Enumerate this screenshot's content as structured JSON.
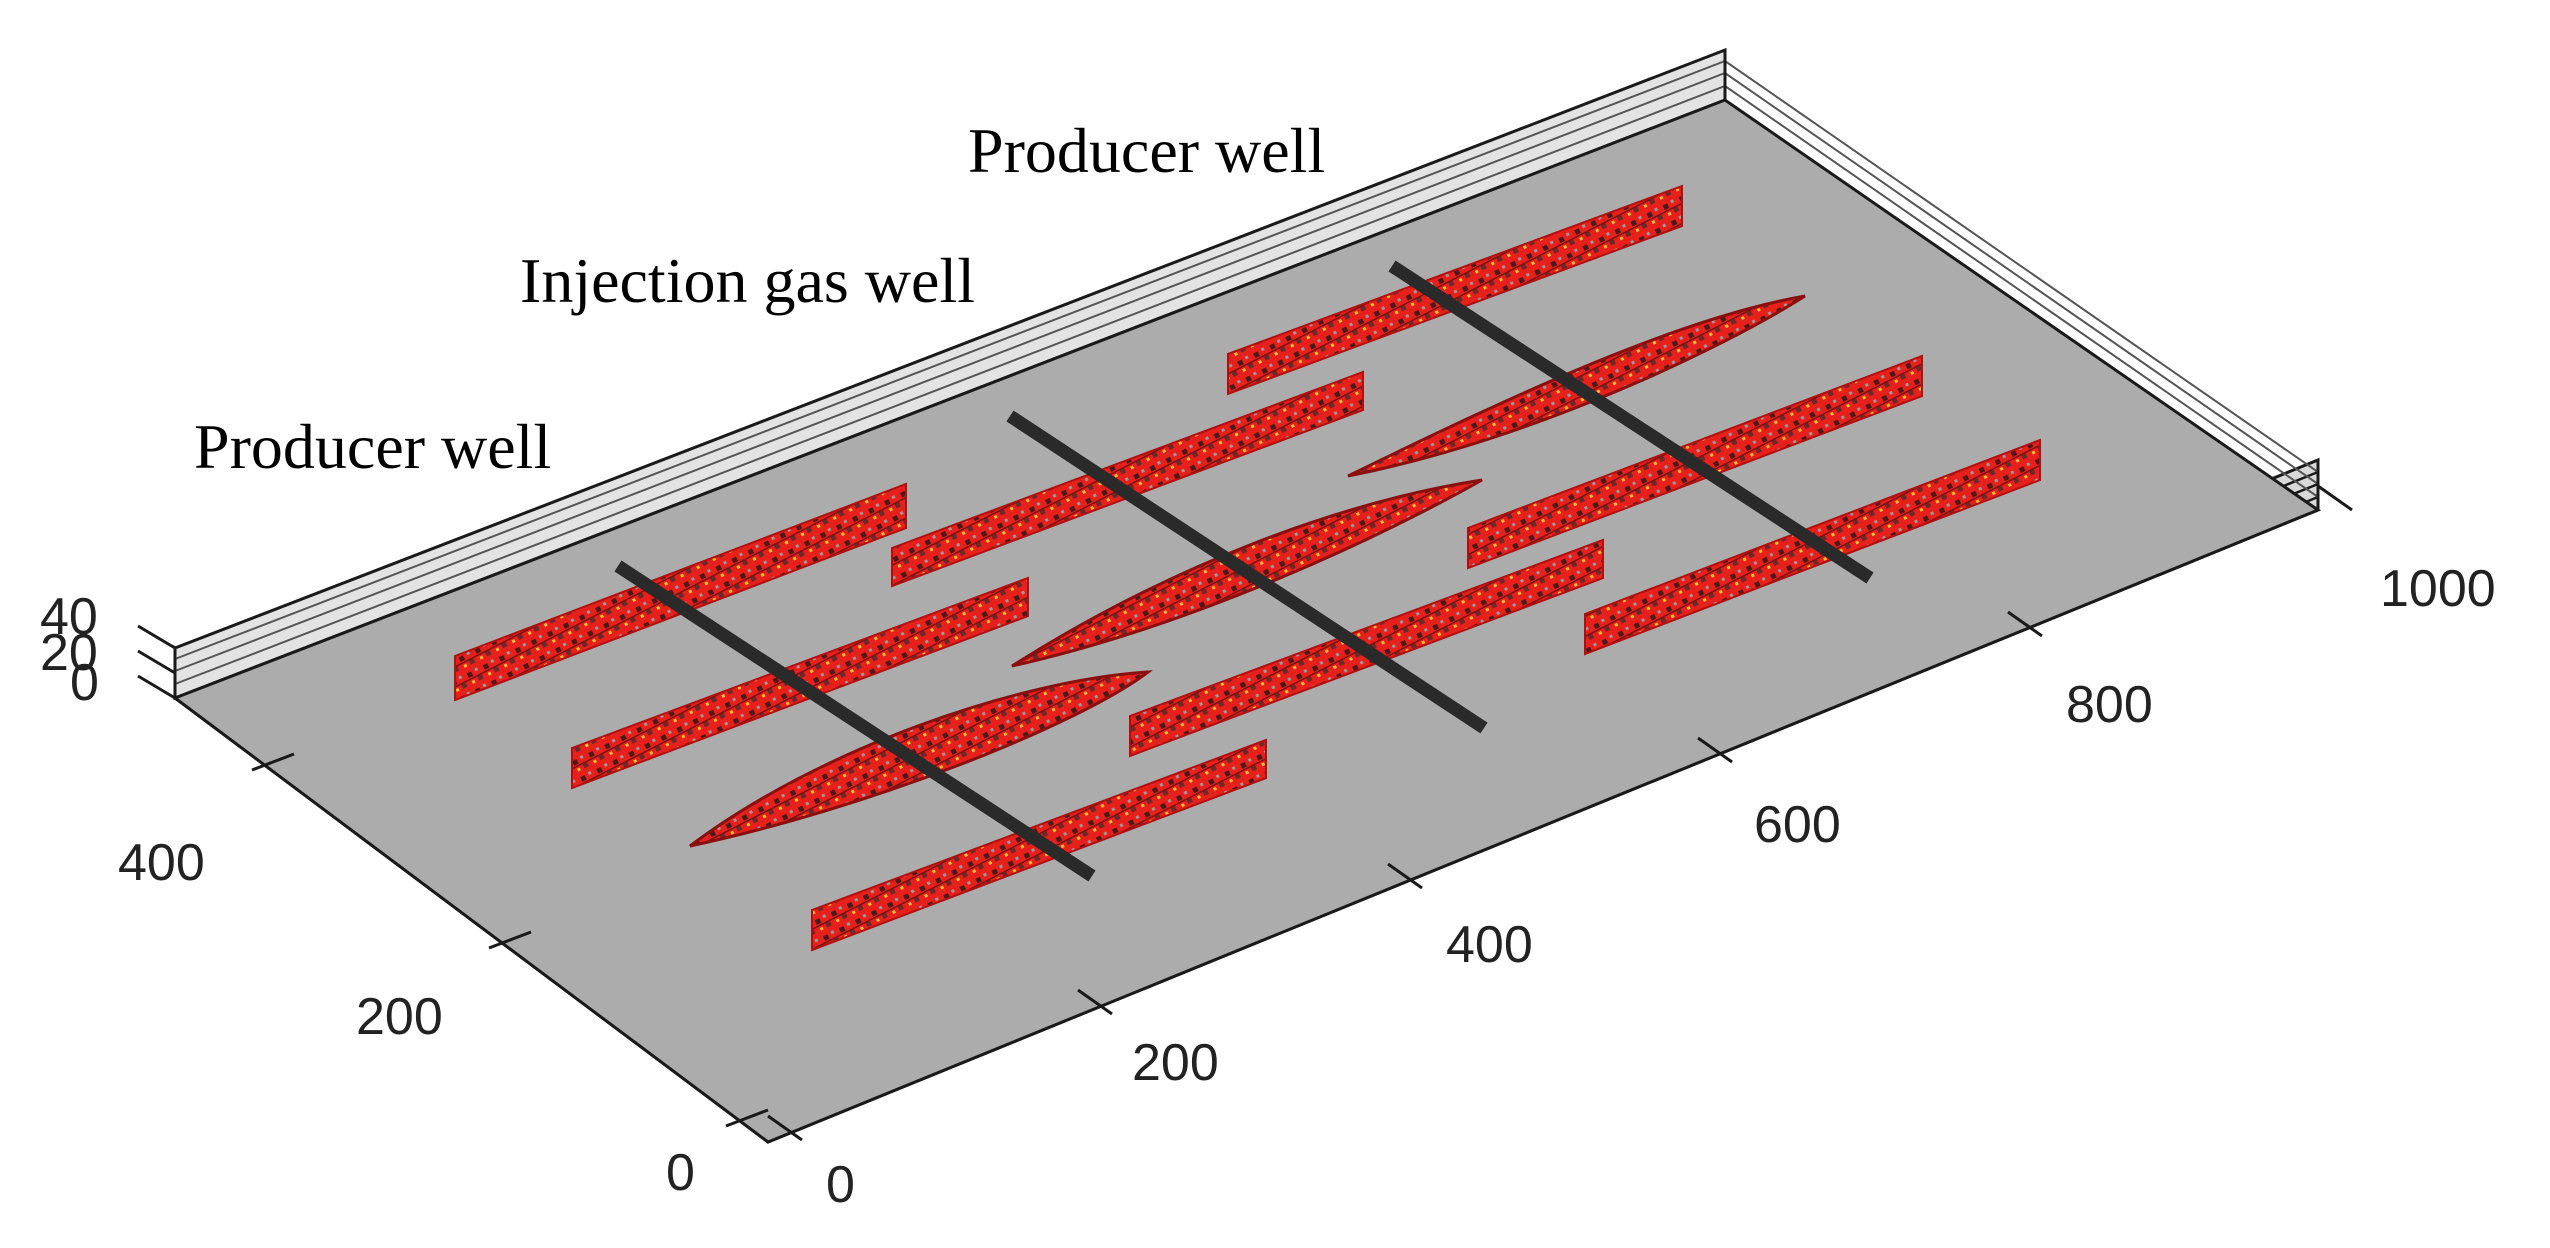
{
  "labels": {
    "producer_back": "Producer well",
    "injection": "Injection gas well",
    "producer_front": "Producer well"
  },
  "axes": {
    "x_ticks": [
      "0",
      "200",
      "400",
      "600",
      "800",
      "1000"
    ],
    "y_ticks": [
      "0",
      "200",
      "400"
    ],
    "z_ticks": [
      "0",
      "20",
      "40"
    ]
  },
  "colors": {
    "fracture_red": "#e8201c",
    "fracture_dark": "#3a1414",
    "matrix_gray": "#acacac",
    "well_dark": "#2a2a2a",
    "layer_light": "#d9d9d9",
    "edge": "#1a1a1a"
  }
}
